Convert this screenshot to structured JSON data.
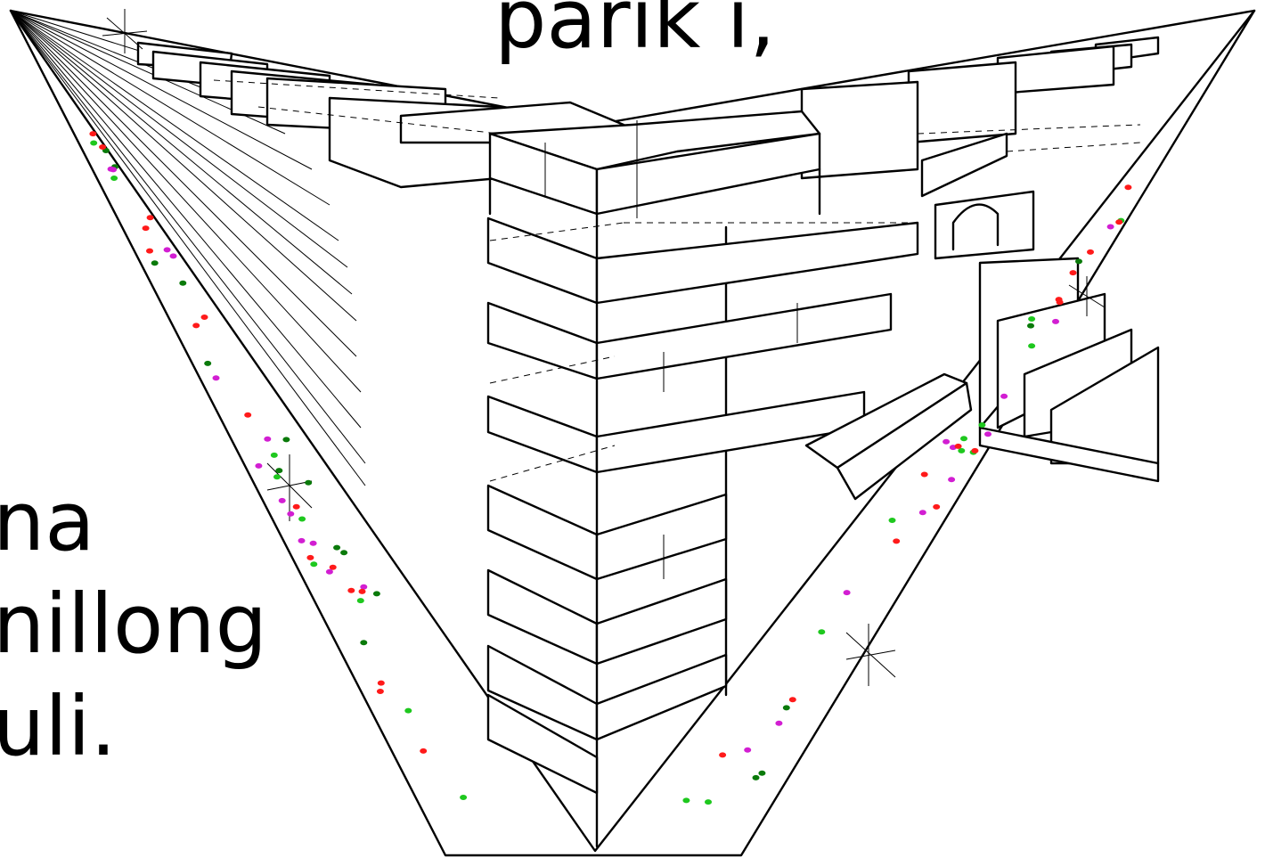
{
  "captions": {
    "top": "parik i,",
    "left_line1": "na",
    "left_line2": "nillong",
    "left_line3": "uli."
  },
  "colors": {
    "background": "#ffffff",
    "ink": "#000000",
    "dot_red": "#ff1a1a",
    "dot_green": "#1ec81e",
    "dot_dark_green": "#0a7a0a",
    "dot_magenta": "#d21ed2"
  }
}
